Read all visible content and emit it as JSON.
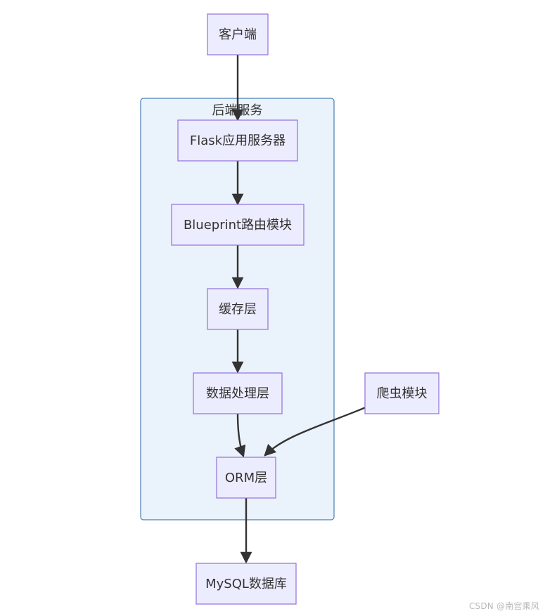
{
  "diagram": {
    "cluster": {
      "label": "后端服务"
    },
    "nodes": {
      "client": "客户端",
      "flask": "Flask应用服务器",
      "blueprint": "Blueprint路由模块",
      "cache": "缓存层",
      "data_processing": "数据处理层",
      "crawler": "爬虫模块",
      "orm": "ORM层",
      "mysql": "MySQL数据库"
    },
    "colors": {
      "node_fill": "#ececff",
      "node_stroke": "#9370db",
      "cluster_fill": "#eaf2fb",
      "cluster_stroke": "#4a7fb5",
      "edge": "#333333"
    }
  },
  "watermark": "CSDN @南宫乘风"
}
